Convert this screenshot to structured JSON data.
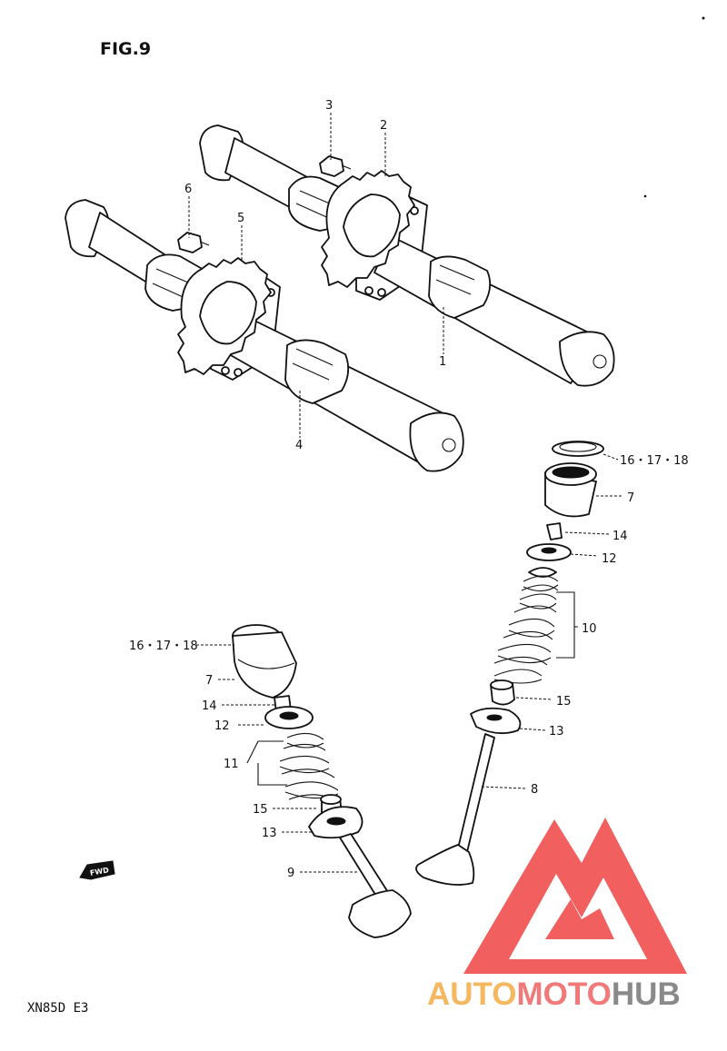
{
  "figure": {
    "title": "FIG.9",
    "model_code": "XN85D E3"
  },
  "fwd_arrow": {
    "label": "FWD"
  },
  "watermark": {
    "brand_parts": [
      "AUTO",
      "MOTO",
      "HUB"
    ],
    "colors": {
      "auto": "#f5b860",
      "moto": "#f07a7a",
      "hub": "#8a8a8a",
      "logo": "#ee2a2a"
    }
  },
  "parts": {
    "p1": "1",
    "p2": "2",
    "p3": "3",
    "p4": "4",
    "p5": "5",
    "p6": "6",
    "p7a": "7",
    "p7b": "7",
    "p8": "8",
    "p9": "9",
    "p10": "10",
    "p11": "11",
    "p12a": "12",
    "p12b": "12",
    "p13a": "13",
    "p13b": "13",
    "p14a": "14",
    "p14b": "14",
    "p15a": "15",
    "p15b": "15",
    "p16a": "16・17・18",
    "p16b": "16・17・18"
  }
}
